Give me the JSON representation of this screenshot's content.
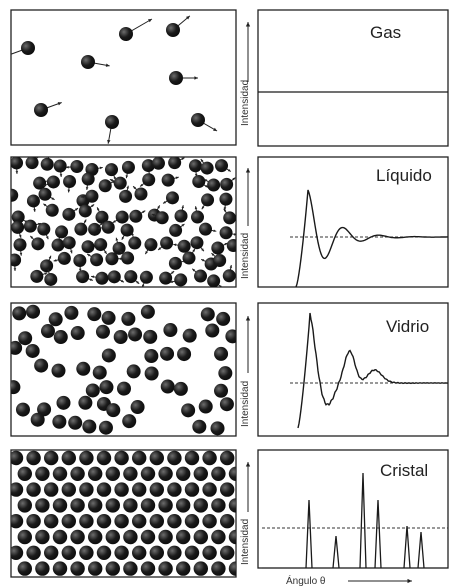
{
  "labels": {
    "gas": "Gas",
    "liquid": "Líquido",
    "glass": "Vidrio",
    "crystal": "Cristal",
    "y_axis": "Intensidad",
    "x_axis": "Ángulo θ"
  },
  "colors": {
    "atom": "#1b1b1b",
    "atom_highlight": "#6d6d6d",
    "frame": "#222222",
    "curve": "#1a1a1a",
    "baseline": "#333333"
  }
}
